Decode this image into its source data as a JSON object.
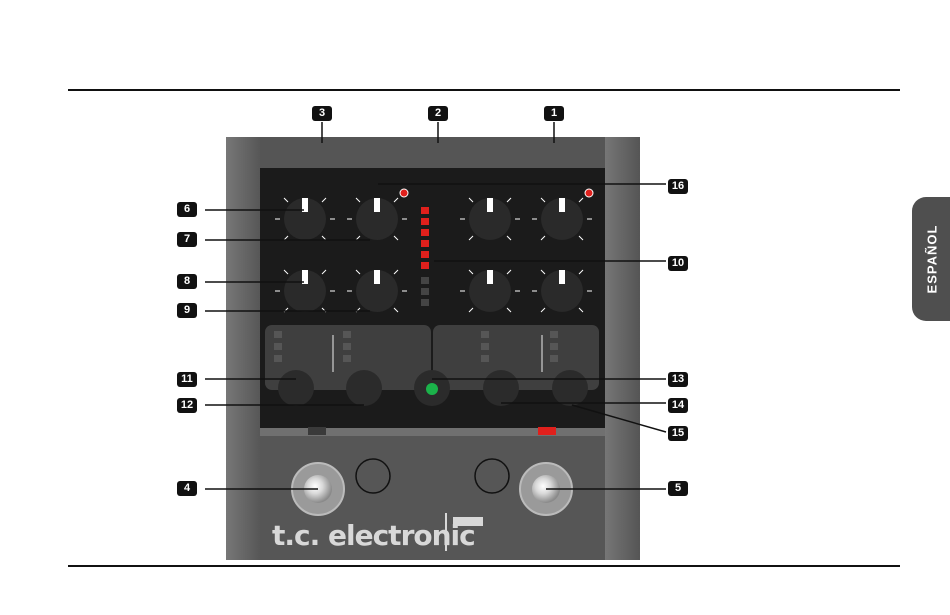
{
  "sidebar_tab": {
    "label": "ESPAÑOL"
  },
  "brand": {
    "logo_text": "t.c. electronic"
  },
  "callouts": [
    "1",
    "2",
    "3",
    "4",
    "5",
    "6",
    "7",
    "8",
    "9",
    "10",
    "11",
    "12",
    "13",
    "14",
    "15",
    "16"
  ],
  "colors": {
    "panel": "#1b1b1b",
    "chassis": "#565656",
    "meter_on": "#e0201c",
    "led_green": "#1bb24a"
  }
}
